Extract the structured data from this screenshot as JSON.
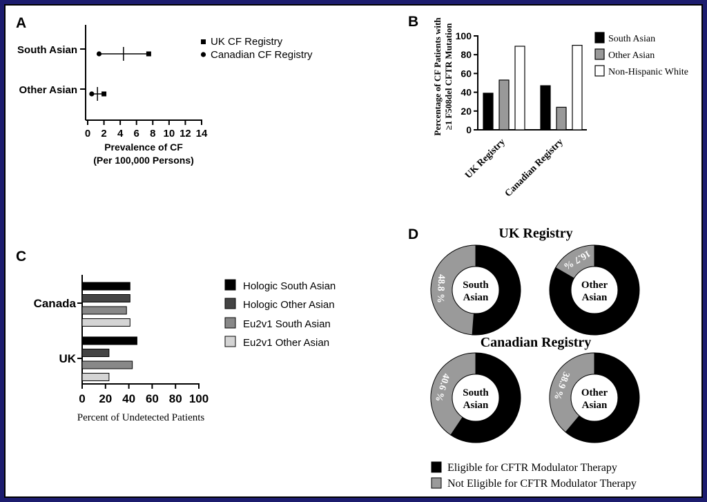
{
  "panels": {
    "a": "A",
    "b": "B",
    "c": "C",
    "d": "D"
  },
  "chart_data": [
    {
      "panel": "A",
      "type": "scatter",
      "categories": [
        "South Asian",
        "Other Asian"
      ],
      "series": [
        {
          "name": "UK CF Registry",
          "marker": "square",
          "values": [
            7.5,
            2.0
          ]
        },
        {
          "name": "Canadian CF Registry",
          "marker": "circle",
          "values": [
            1.4,
            0.5
          ]
        }
      ],
      "means": [
        4.4,
        1.2
      ],
      "xlabel_lines": [
        "Prevalence of CF",
        "(Per 100,000 Persons)"
      ],
      "xticks": [
        "0",
        "2",
        "4",
        "6",
        "8",
        "10",
        "12",
        "14"
      ],
      "xlim": [
        0,
        14
      ],
      "legend_position": "right"
    },
    {
      "panel": "B",
      "type": "bar",
      "categories": [
        "UK Registry",
        "Canadian Registry"
      ],
      "series": [
        {
          "name": "South Asian",
          "color": "#000000",
          "values": [
            39,
            47
          ]
        },
        {
          "name": "Other Asian",
          "color": "#999999",
          "values": [
            53,
            24
          ]
        },
        {
          "name": "Non-Hispanic White",
          "color": "#ffffff",
          "values": [
            89,
            90
          ]
        }
      ],
      "ylabel_lines": [
        "Percentage of CF Patients with",
        "≥1 F508del CFTR Mutation"
      ],
      "yticks": [
        "0",
        "20",
        "40",
        "60",
        "80",
        "100"
      ],
      "ylim": [
        0,
        100
      ],
      "legend_position": "right"
    },
    {
      "panel": "C",
      "type": "bar",
      "orientation": "horizontal",
      "categories": [
        "Canada",
        "UK"
      ],
      "series": [
        {
          "name": "Hologic South Asian",
          "color": "#000000",
          "values": [
            41,
            47
          ]
        },
        {
          "name": "Hologic Other Asian",
          "color": "#444444",
          "values": [
            41,
            23
          ]
        },
        {
          "name": "Eu2v1 South Asian",
          "color": "#888888",
          "values": [
            38,
            43
          ]
        },
        {
          "name": "Eu2v1 Other Asian",
          "color": "#d4d4d4",
          "values": [
            41,
            23
          ]
        }
      ],
      "xlabel": "Percent of Undetected Patients",
      "xticks": [
        "0",
        "20",
        "40",
        "60",
        "80",
        "100"
      ],
      "xlim": [
        0,
        100
      ],
      "legend_position": "right"
    },
    {
      "panel": "D",
      "type": "pie",
      "groups": [
        {
          "title": "UK Registry",
          "charts": [
            {
              "label_lines": [
                "South",
                "Asian"
              ],
              "not_eligible": 48.8,
              "pct_label": "48.8 %"
            },
            {
              "label_lines": [
                "Other",
                "Asian"
              ],
              "not_eligible": 16.7,
              "pct_label": "16.7 %"
            }
          ]
        },
        {
          "title": "Canadian Registry",
          "charts": [
            {
              "label_lines": [
                "South",
                "Asian"
              ],
              "not_eligible": 40.6,
              "pct_label": "40.6 %"
            },
            {
              "label_lines": [
                "Other",
                "Asian"
              ],
              "not_eligible": 38.9,
              "pct_label": "38.9 %"
            }
          ]
        }
      ],
      "legend": [
        {
          "name": "Eligible for CFTR Modulator Therapy",
          "color": "#000000"
        },
        {
          "name": "Not Eligible for CFTR Modulator Therapy",
          "color": "#9a9a9a"
        }
      ]
    }
  ]
}
